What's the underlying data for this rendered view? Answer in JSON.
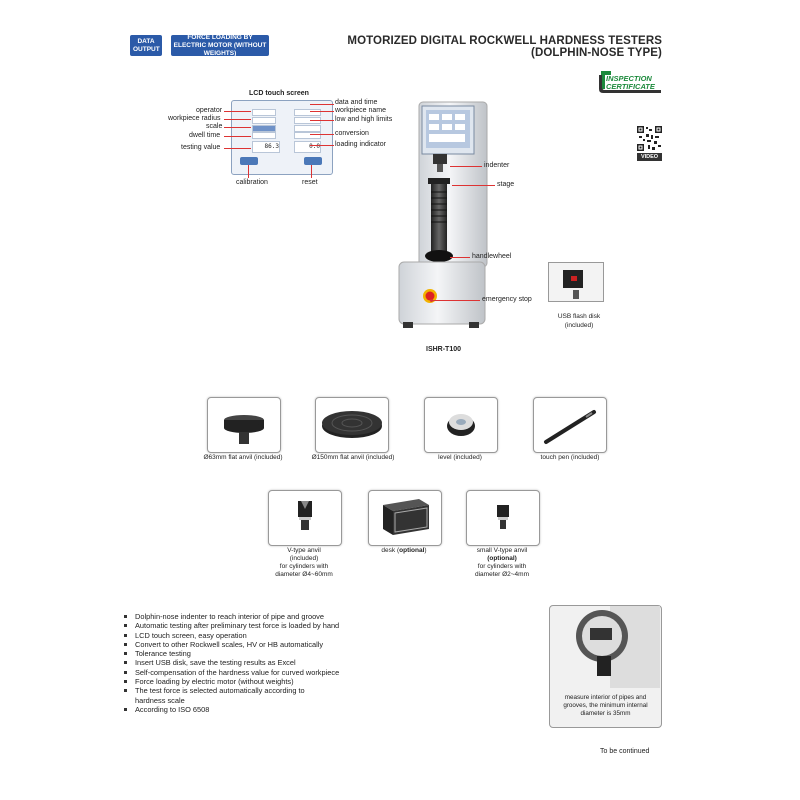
{
  "badges": {
    "data_output": "DATA OUTPUT",
    "force_loading": "FORCE LOADING BY ELECTRIC MOTOR (WITHOUT WEIGHTS)"
  },
  "title": {
    "line1": "MOTORIZED DIGITAL ROCKWELL HARDNESS TESTERS",
    "line2": "(DOLPHIN-NOSE TYPE)"
  },
  "inspection": {
    "line1": "INSPECTION",
    "line2": "CERTIFICATE"
  },
  "video_label": "VIDEO",
  "lcd": {
    "title": "LCD touch screen",
    "left_labels": [
      "operator",
      "workpiece radius",
      "scale",
      "dwell time",
      "testing value"
    ],
    "right_labels": [
      "data and time",
      "workpiece name",
      "low and high limits",
      "conversion",
      "loading indicator"
    ],
    "bottom_labels": [
      "calibration",
      "reset"
    ],
    "value_left": "86.3",
    "value_right": "0.0"
  },
  "machine": {
    "callouts": [
      "indenter",
      "stage",
      "handlewheel",
      "emergency stop"
    ],
    "model": "ISHR-T100",
    "usb_label": "USB flash disk (included)"
  },
  "accessories": [
    {
      "caption": "Ø63mm flat anvil (included)"
    },
    {
      "caption": "Ø150mm flat anvil (included)"
    },
    {
      "caption": "level (included)"
    },
    {
      "caption": "touch pen (included)"
    },
    {
      "caption_lines": [
        "V-type anvil",
        "(included)",
        "for cylinders with",
        "diameter Ø4~60mm"
      ]
    },
    {
      "caption_plain": "desk (",
      "caption_bold": "optional",
      "caption_end": ")"
    },
    {
      "caption_lines": [
        "small V-type anvil",
        "(optional)",
        "for cylinders with",
        "diameter Ø2~4mm"
      ]
    }
  ],
  "features": [
    "Dolphin-nose indenter to reach interior of pipe and groove",
    "Automatic testing after preliminary test force is loaded by hand",
    "LCD touch screen, easy operation",
    "Convert to other Rockwell scales, HV or HB automatically",
    "Tolerance testing",
    "Insert USB disk, save the testing results as Excel",
    "Self-compensation of the hardness value for curved workpiece",
    "Force loading by electric motor (without weights)",
    "The test force is selected automatically according to",
    "hardness scale",
    "According to ISO 6508"
  ],
  "pipe_note": "measure interior of pipes and grooves, the minimum internal diameter is 35mm",
  "footer": "To be continued",
  "colors": {
    "badge": "#2b5aa8",
    "callout": "#dd3333",
    "insp_green": "#1c8a3c"
  }
}
